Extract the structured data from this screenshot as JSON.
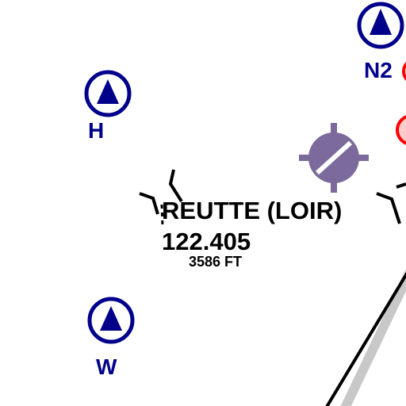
{
  "colors": {
    "reporting_point": "#00008b",
    "airport_symbol": "#7b6a9b",
    "text": "#000000",
    "restricted_area": "#ff0000",
    "restricted_fill": "#ffcccc",
    "route_line": "#000000",
    "route_shadow": "#c8c8c8"
  },
  "reporting_points": [
    {
      "label": "N2",
      "icon": "triangle-in-circle-icon"
    },
    {
      "label": "H",
      "icon": "triangle-in-circle-icon"
    },
    {
      "label": "W",
      "icon": "triangle-in-circle-icon"
    }
  ],
  "airport": {
    "name": "REUTTE (LOIR)",
    "frequency": "122.405",
    "elevation": "3586 FT",
    "icon": "glider-airfield-icon"
  }
}
